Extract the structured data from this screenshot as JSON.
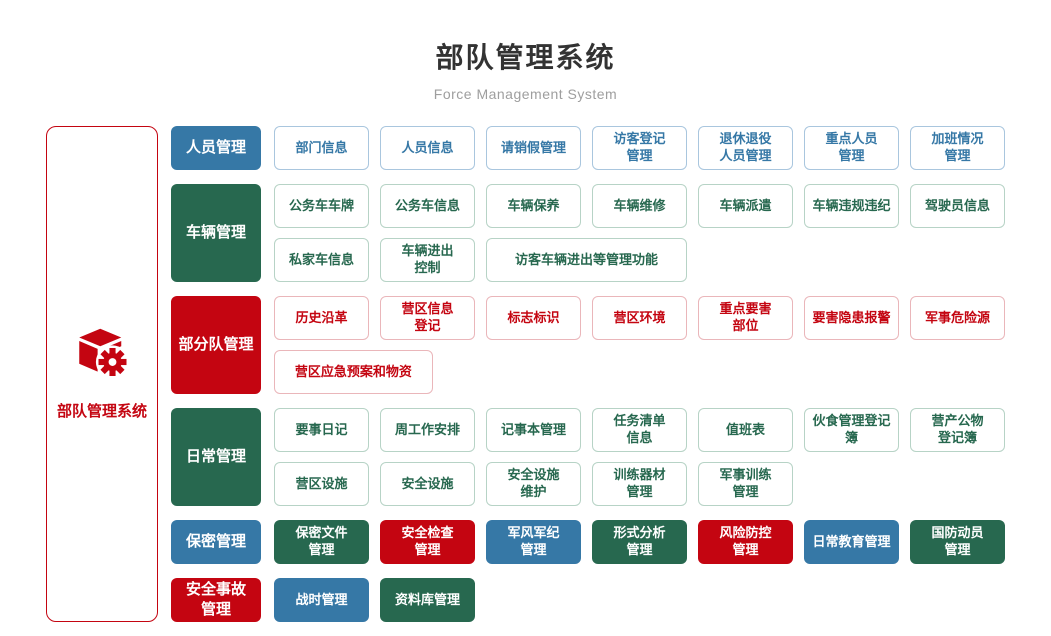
{
  "header": {
    "title": "部队管理系统",
    "subtitle": "Force Management System"
  },
  "sidebar": {
    "label": "部队管理系统",
    "icon": "cube-gear-icon"
  },
  "palette": {
    "blue": "#3678a6",
    "green": "#27684f",
    "red": "#c40511",
    "blue_light": "#a9c6de",
    "green_light": "#b7d3c6",
    "red_light": "#eab6ba",
    "title_text": "#333333",
    "subtitle_text": "#9e9e9e",
    "background": "#ffffff"
  },
  "rows": [
    {
      "category": {
        "label": "人员管理",
        "color": "blue"
      },
      "items": [
        {
          "label": "部门信息",
          "variant": "outline",
          "color": "blue"
        },
        {
          "label": "人员信息",
          "variant": "outline",
          "color": "blue"
        },
        {
          "label": "请销假管理",
          "variant": "outline",
          "color": "blue"
        },
        {
          "label": "访客登记\n管理",
          "variant": "outline",
          "color": "blue"
        },
        {
          "label": "退休退役\n人员管理",
          "variant": "outline",
          "color": "blue"
        },
        {
          "label": "重点人员\n管理",
          "variant": "outline",
          "color": "blue"
        },
        {
          "label": "加班情况\n管理",
          "variant": "outline",
          "color": "blue"
        }
      ]
    },
    {
      "category": {
        "label": "车辆管理",
        "color": "green"
      },
      "items": [
        {
          "label": "公务车车牌",
          "variant": "outline",
          "color": "green"
        },
        {
          "label": "公务车信息",
          "variant": "outline",
          "color": "green"
        },
        {
          "label": "车辆保养",
          "variant": "outline",
          "color": "green"
        },
        {
          "label": "车辆维修",
          "variant": "outline",
          "color": "green"
        },
        {
          "label": "车辆派遣",
          "variant": "outline",
          "color": "green"
        },
        {
          "label": "车辆违规违纪",
          "variant": "outline",
          "color": "green"
        },
        {
          "label": "驾驶员信息",
          "variant": "outline",
          "color": "green"
        },
        {
          "label": "私家车信息",
          "variant": "outline",
          "color": "green"
        },
        {
          "label": "车辆进出\n控制",
          "variant": "outline",
          "color": "green"
        },
        {
          "label": "访客车辆进出等管理功能",
          "variant": "outline",
          "color": "green",
          "span": 2
        }
      ]
    },
    {
      "category": {
        "label": "部分队管理",
        "color": "red"
      },
      "items": [
        {
          "label": "历史沿革",
          "variant": "outline",
          "color": "red"
        },
        {
          "label": "营区信息\n登记",
          "variant": "outline",
          "color": "red"
        },
        {
          "label": "标志标识",
          "variant": "outline",
          "color": "red"
        },
        {
          "label": "营区环境",
          "variant": "outline",
          "color": "red"
        },
        {
          "label": "重点要害\n部位",
          "variant": "outline",
          "color": "red"
        },
        {
          "label": "要害隐患报警",
          "variant": "outline",
          "color": "red"
        },
        {
          "label": "军事危险源",
          "variant": "outline",
          "color": "red"
        },
        {
          "label": "营区应急预案和物资",
          "variant": "outline",
          "color": "red",
          "span": 1.5
        }
      ]
    },
    {
      "category": {
        "label": "日常管理",
        "color": "green"
      },
      "items": [
        {
          "label": "要事日记",
          "variant": "outline",
          "color": "green"
        },
        {
          "label": "周工作安排",
          "variant": "outline",
          "color": "green"
        },
        {
          "label": "记事本管理",
          "variant": "outline",
          "color": "green"
        },
        {
          "label": "任务清单\n信息",
          "variant": "outline",
          "color": "green"
        },
        {
          "label": "值班表",
          "variant": "outline",
          "color": "green"
        },
        {
          "label": "伙食管理登记簿",
          "variant": "outline",
          "color": "green"
        },
        {
          "label": "营产公物\n登记簿",
          "variant": "outline",
          "color": "green"
        },
        {
          "label": "营区设施",
          "variant": "outline",
          "color": "green"
        },
        {
          "label": "安全设施",
          "variant": "outline",
          "color": "green"
        },
        {
          "label": "安全设施\n维护",
          "variant": "outline",
          "color": "green"
        },
        {
          "label": "训练器材\n管理",
          "variant": "outline",
          "color": "green"
        },
        {
          "label": "军事训练\n管理",
          "variant": "outline",
          "color": "green"
        }
      ]
    },
    {
      "category": {
        "label": "保密管理",
        "color": "blue"
      },
      "items": [
        {
          "label": "保密文件\n管理",
          "variant": "solid",
          "color": "green"
        },
        {
          "label": "安全检查\n管理",
          "variant": "solid",
          "color": "red"
        },
        {
          "label": "军风军纪\n管理",
          "variant": "solid",
          "color": "blue"
        },
        {
          "label": "形式分析\n管理",
          "variant": "solid",
          "color": "green"
        },
        {
          "label": "风险防控\n管理",
          "variant": "solid",
          "color": "red"
        },
        {
          "label": "日常教育管理",
          "variant": "solid",
          "color": "blue"
        },
        {
          "label": "国防动员\n管理",
          "variant": "solid",
          "color": "green"
        }
      ]
    },
    {
      "category": {
        "label": "安全事故\n管理",
        "color": "red"
      },
      "items": [
        {
          "label": "战时管理",
          "variant": "solid",
          "color": "blue"
        },
        {
          "label": "资料库管理",
          "variant": "solid",
          "color": "green"
        }
      ]
    }
  ]
}
